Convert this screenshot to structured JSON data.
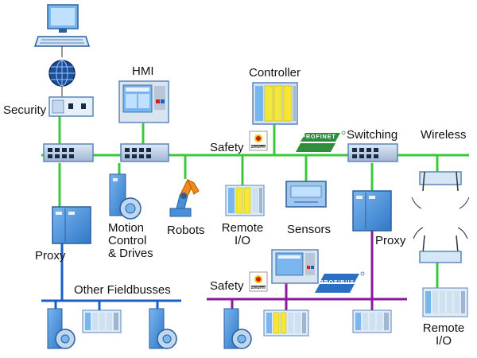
{
  "labels": {
    "security": "Security",
    "hmi": "HMI",
    "controller": "Controller",
    "safety_top": "Safety",
    "switching": "Switching",
    "wireless": "Wireless",
    "proxy_left": "Proxy",
    "motion_control": "Motion\nControl\n& Drives",
    "robots": "Robots",
    "remote_io_top": "Remote\nI/O",
    "sensors": "Sensors",
    "proxy_right": "Proxy",
    "other_fieldbusses": "Other Fieldbusses",
    "safety_bottom": "Safety",
    "remote_io_bottom": "Remote\nI/O"
  },
  "logos": {
    "profinet": "PROFINET",
    "profibus": "PROFIBUS",
    "profisafe": "PROFIsafe"
  },
  "colors": {
    "profinet_bus": "#3cc83c",
    "fieldbus_blue": "#1a5fc8",
    "profibus_purple": "#8a1a9b",
    "device_blue": "#4a90d9"
  }
}
